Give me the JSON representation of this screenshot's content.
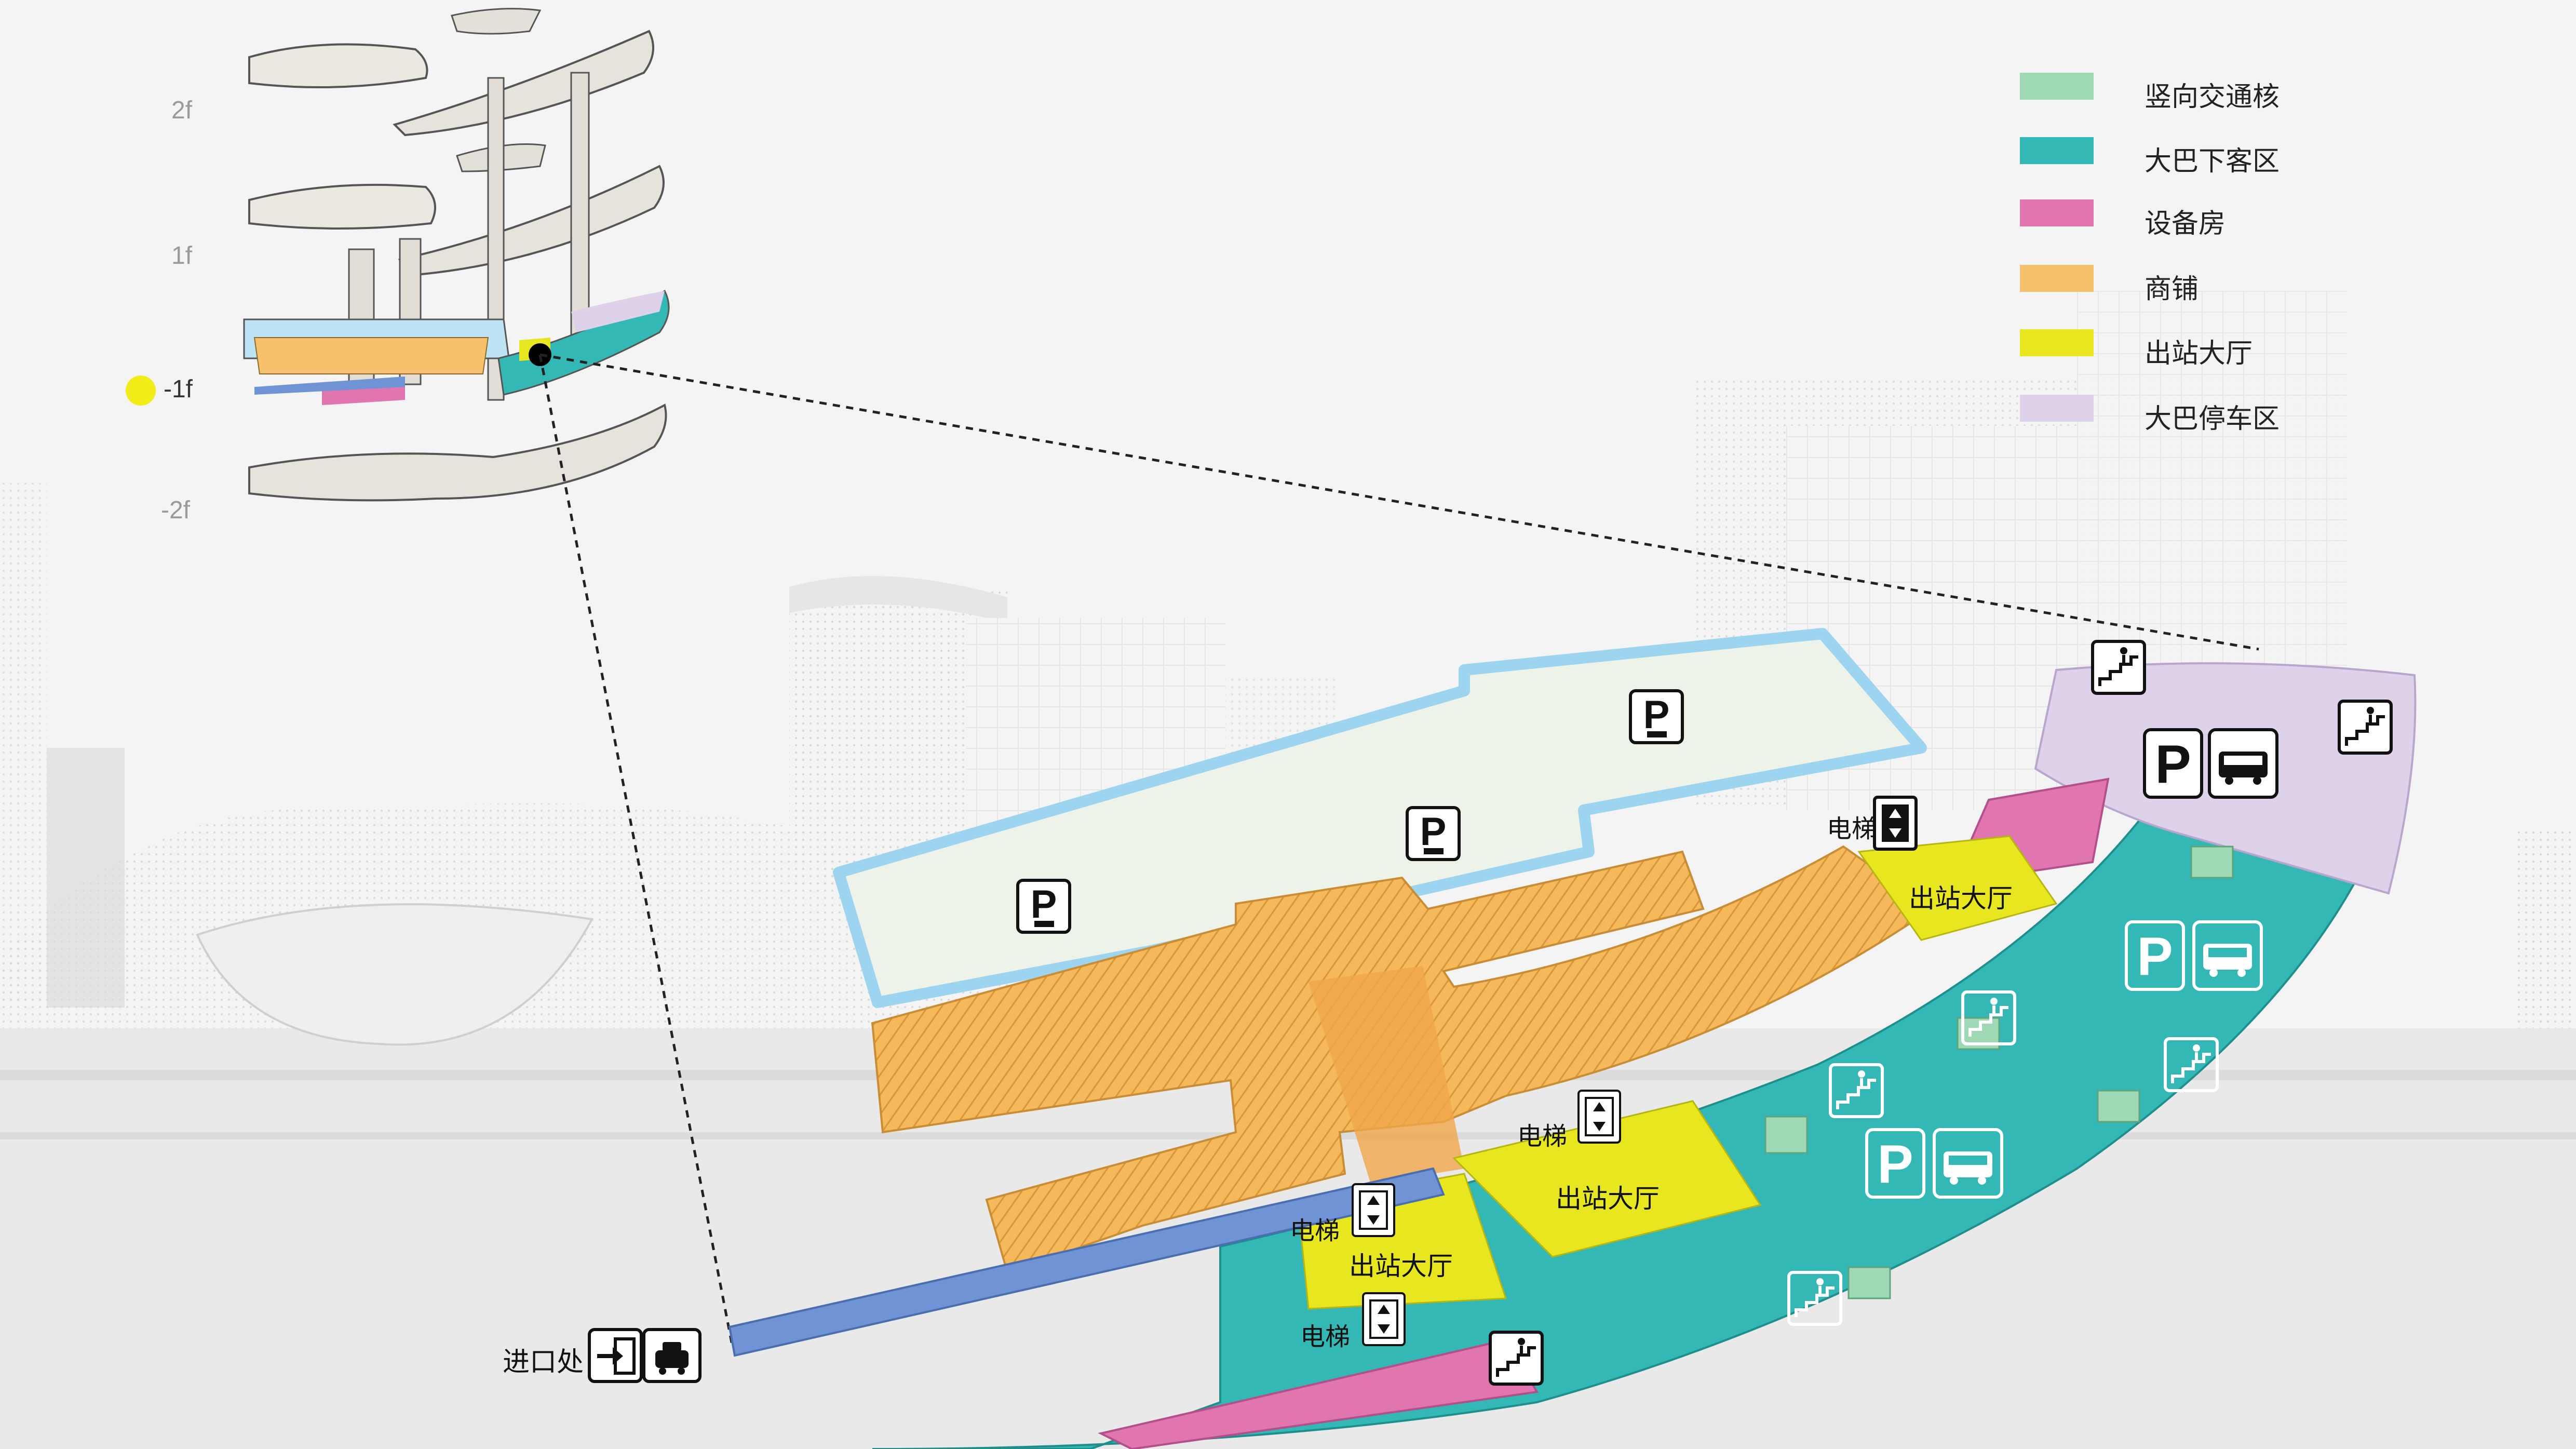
{
  "floors": {
    "labels": [
      "2f",
      "1f",
      "-1f",
      "-2f"
    ],
    "active": "-1f",
    "active_color": "#f3ec19"
  },
  "legend": {
    "items": [
      {
        "label": "竖向交通核",
        "color": "#9fd8b4"
      },
      {
        "label": "大巴下客区",
        "color": "#33b8b6"
      },
      {
        "label": "设备房",
        "color": "#e175b0"
      },
      {
        "label": "商铺",
        "color": "#f6c06c"
      },
      {
        "label": "出站大厅",
        "color": "#e8e71f"
      },
      {
        "label": "大巴停车区",
        "color": "#ddd2ea"
      }
    ]
  },
  "plan": {
    "elevator_label": "电梯",
    "hall_label": "出站大厅",
    "entry_label": "进口处",
    "icons": {
      "parking": "parking-icon",
      "bus": "bus-icon",
      "taxi": "taxi-icon",
      "elevator": "elevator-icon",
      "stairs": "stairs-icon",
      "entry": "entry-icon"
    },
    "colors": {
      "parking_floor": "#eef3ea",
      "parking_edge": "#9dd4ef",
      "ramp": "#6f93d4",
      "outline": "#111111"
    }
  }
}
